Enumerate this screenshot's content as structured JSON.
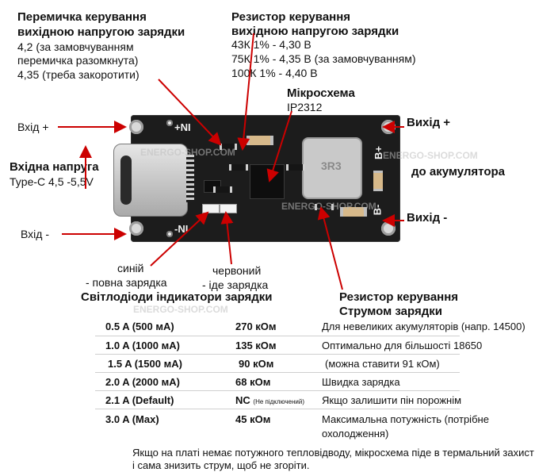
{
  "labels": {
    "jumper_title_1": "Перемичка керування",
    "jumper_title_2": "вихідною напругою зарядки",
    "jumper_l1": "4,2 (за замовчуванням",
    "jumper_l2": "перемичка разомкнута)",
    "jumper_l3": "4,35 (треба закоротити)",
    "resistor_title_1": "Резистор керування",
    "resistor_title_2": "вихідною напругою зарядки",
    "resistor_l1": "43К   1% - 4,30 В",
    "resistor_l2": "75К   1% - 4,35 В (за замовчуванням)",
    "resistor_l3": "100К 1% - 4,40 В",
    "chip_title": "Мікросхема",
    "chip_name": "IP2312",
    "in_plus": "Вхід +",
    "in_minus": "Вхід -",
    "input_title": "Вхідна напруга",
    "input_value": "Type-C 4,5 -5,5V",
    "out_plus": "Вихід +",
    "out_minus": "Вихід -",
    "to_battery": "до акумулятора",
    "blue_led": "синій",
    "blue_led_desc": "- повна зарядка",
    "red_led": "червоний",
    "red_led_desc": "- іде зарядка",
    "leds_title": "Світлодіоди індикатори зарядки",
    "current_res_1": "Резистор керування",
    "current_res_2": "Струмом зарядки"
  },
  "board": {
    "silk_in_plus": "+NI",
    "silk_in_minus": "-NI",
    "silk_b_plus": "B+",
    "silk_b_minus": "B-",
    "watermark_1": "ENERGO-SHOP.COM",
    "watermark_2": "ENERGO-SHOP.COM",
    "watermark_3": "ENERGO-SHOP.COM",
    "watermark_4": "ENERGO-SHOP.COM",
    "inductor_mark": "3R3"
  },
  "table": {
    "rows": [
      {
        "current": "0.5 A (500 мА)",
        "resistor": "270 кОм",
        "note": "Для невеликих акумуляторів (напр. 14500)"
      },
      {
        "current": "1.0 A (1000 мА)",
        "resistor": "135 кОм",
        "note": "Оптимально для більшості 18650"
      },
      {
        "current": "1.5 A (1500 мА)",
        "resistor": "90 кОм",
        "note": "(можна ставити 91 кОм)"
      },
      {
        "current": "2.0 A (2000 мА)",
        "resistor": "68 кОм",
        "note": "Швидка зарядка"
      },
      {
        "current": "2.1 A (Default)",
        "resistor": "NC",
        "resistor_small": "(Не підключений)",
        "note": "Якщо залишити пін порожнім"
      },
      {
        "current": "3.0 A (Max)",
        "resistor": "45 кОм",
        "note": "Максимальна потужність (потрібне",
        "note2": "охолодження)"
      }
    ]
  },
  "footer": {
    "line1": "Якщо на платі немає потужного тепловідводу, мікросхема піде в термальний захист",
    "line2": "і сама знизить струм, щоб не згоріти."
  },
  "colors": {
    "arrow": "#cc0000",
    "pcb": "#1c1c1c",
    "watermark": "#bebebe"
  }
}
